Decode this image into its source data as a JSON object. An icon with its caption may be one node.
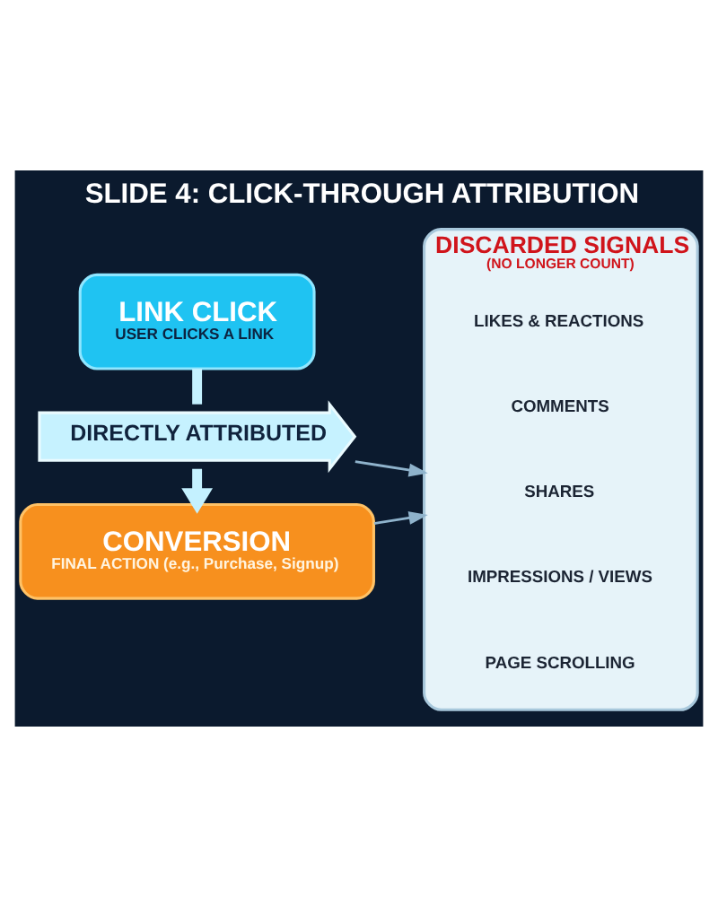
{
  "diagram": {
    "title": "SLIDE 4: CLICK-THROUGH ATTRIBUTION",
    "nodes": [
      {
        "text": [
          "LINK CLICK",
          "USER CLICKS A LINK"
        ]
      },
      {
        "text": [
          "DIRECTLY ATTRIBUTED"
        ]
      },
      {
        "text": [
          "CONVERSION",
          "FINAL ACTION (e.g., Purchase, Signup)"
        ]
      },
      {
        "text": [
          "DISCARDED SIGNALS",
          "(NO LONGER COUNT)"
        ]
      },
      {
        "text": [
          "LIKES & REACTIONS"
        ],
        "in": 3
      },
      {
        "text": [
          "COMMENTS"
        ],
        "in": 3
      },
      {
        "text": [
          "SHARES"
        ],
        "in": 3
      },
      {
        "text": [
          "IMPRESSIONS / VIEWS"
        ],
        "in": 3
      },
      {
        "text": [
          "PAGE SCROLLING"
        ],
        "in": 3
      }
    ],
    "edges": [
      {
        "from": 0,
        "to": 1,
        "arrow": "none",
        "style": "thick",
        "color": "#c4f1ff"
      },
      {
        "from": 1,
        "to": 2,
        "arrow": "to",
        "style": "thick",
        "color": "#c4f1ff"
      },
      {
        "from": 1,
        "to": 3,
        "arrow": "to"
      },
      {
        "from": 2,
        "to": 3,
        "arrow": "to"
      }
    ]
  }
}
